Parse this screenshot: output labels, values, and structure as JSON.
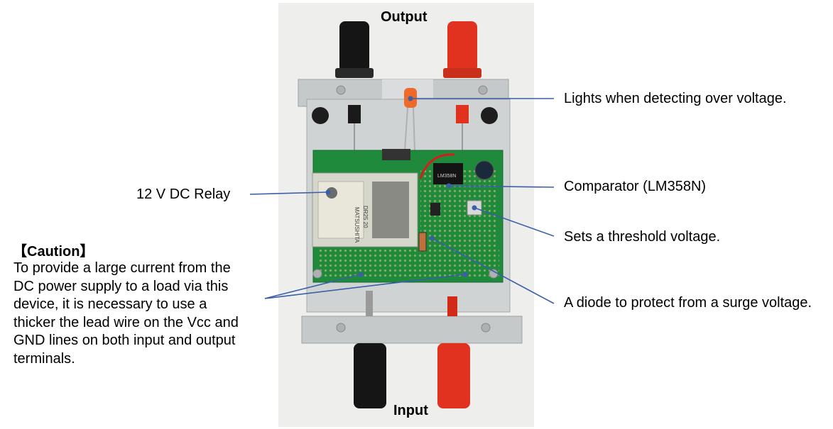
{
  "labels": {
    "output": "Output",
    "input": "Input",
    "led": "Lights when detecting over voltage.",
    "relay": "12 V DC Relay",
    "comparator": "Comparator (LM358N)",
    "threshold": "Sets a threshold voltage.",
    "diode": "A diode to protect from a surge voltage."
  },
  "caution": {
    "title": "【Caution】",
    "lines": [
      "To provide a large current from the",
      "DC power supply to a load via this",
      "device, it is necessary to use a",
      "thicker the lead wire on the Vcc and",
      "GND lines on both input and output",
      "terminals."
    ]
  },
  "photo_text": {
    "relay_brand": "MATSUSHITA",
    "relay_model": "DR25 20",
    "ic_marking": "LM358N"
  },
  "colors": {
    "pcb": "#1f8a3c",
    "terminal_red": "#e0321e",
    "terminal_black": "#151515",
    "leader_line": "#3a5fa8",
    "aluminum": "#c9cccd"
  }
}
